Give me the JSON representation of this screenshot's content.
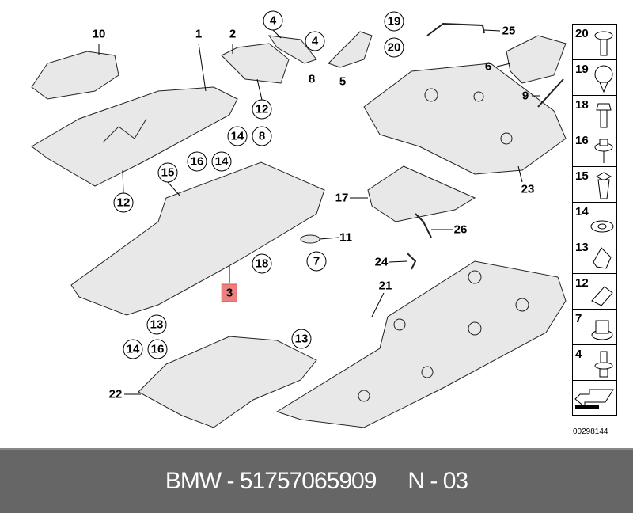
{
  "callouts": [
    "10",
    "1",
    "2",
    "4",
    "4",
    "8",
    "5",
    "19",
    "20",
    "25",
    "6",
    "9",
    "12",
    "14",
    "8",
    "16",
    "14",
    "15",
    "12",
    "23",
    "17",
    "11",
    "26",
    "7",
    "18",
    "3",
    "24",
    "21",
    "13",
    "14",
    "16",
    "13",
    "22"
  ],
  "legend": [
    "20",
    "19",
    "18",
    "16",
    "15",
    "14",
    "13",
    "12",
    "7",
    "4"
  ],
  "diagram_code": "00298144",
  "footer": {
    "brand_part": "BMW - 51757065909",
    "page": "N - 03"
  },
  "colors": {
    "footer_bg": "#666666",
    "highlight": "#f08080"
  }
}
